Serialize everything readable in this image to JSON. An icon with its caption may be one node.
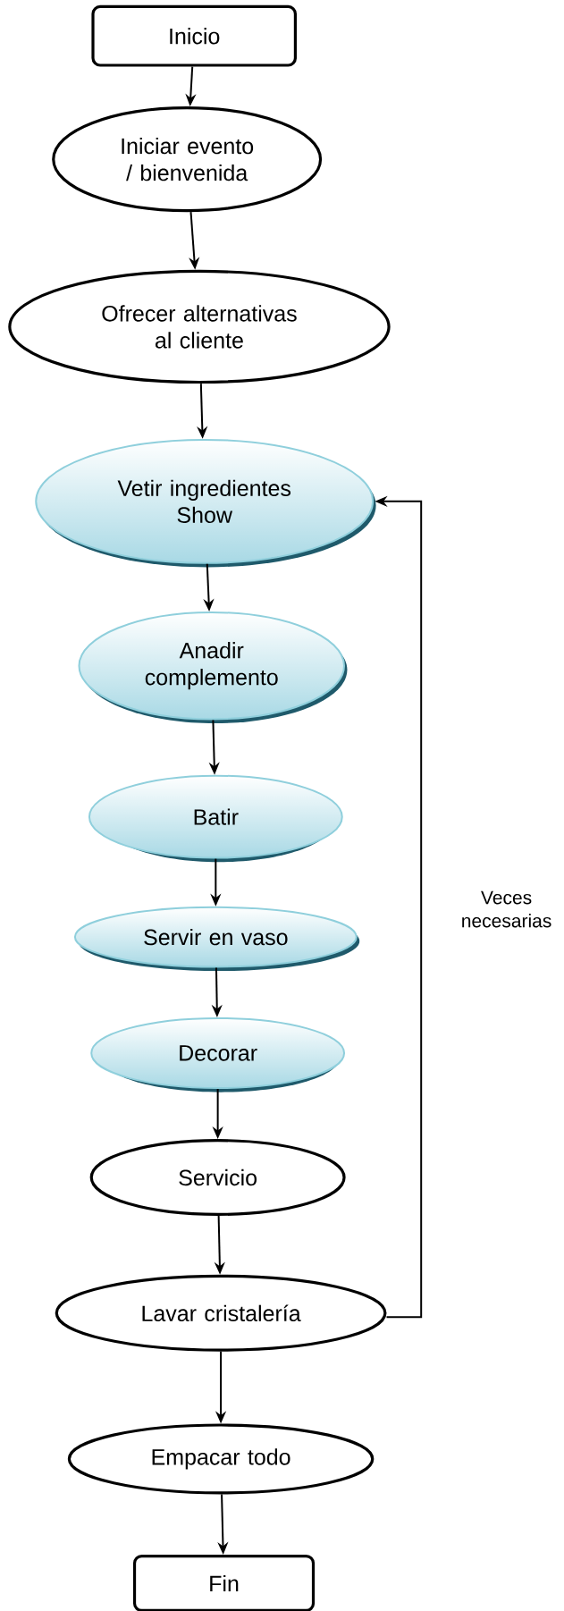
{
  "diagram": {
    "nodes": [
      {
        "text": [
          "Inicio"
        ]
      },
      {
        "text": [
          "Iniciar evento / bienvenida"
        ]
      },
      {
        "text": [
          "Ofrecer alternativas al cliente"
        ]
      },
      {
        "text": [
          "Vetir ingredientes Show"
        ]
      },
      {
        "text": [
          "Anadir complemento"
        ]
      },
      {
        "text": [
          "Batir"
        ]
      },
      {
        "text": [
          "Servir en vaso"
        ]
      },
      {
        "text": [
          "Decorar"
        ]
      },
      {
        "text": [
          "Servicio"
        ]
      },
      {
        "text": [
          "Lavar cristalería"
        ]
      },
      {
        "text": [
          "Empacar todo"
        ]
      },
      {
        "text": [
          "Fin"
        ]
      }
    ],
    "edges": [
      {
        "from": 0,
        "to": 1,
        "arrow": "to"
      },
      {
        "from": 1,
        "to": 2,
        "arrow": "to"
      },
      {
        "from": 2,
        "to": 3,
        "arrow": "to"
      },
      {
        "from": 3,
        "to": 4,
        "arrow": "to"
      },
      {
        "from": 4,
        "to": 5,
        "arrow": "to"
      },
      {
        "from": 5,
        "to": 6,
        "arrow": "to"
      },
      {
        "from": 6,
        "to": 7,
        "arrow": "to"
      },
      {
        "from": 7,
        "to": 8,
        "arrow": "to"
      },
      {
        "from": 8,
        "to": 9,
        "arrow": "to"
      },
      {
        "from": 9,
        "to": 10,
        "arrow": "to"
      },
      {
        "from": 10,
        "to": 11,
        "arrow": "to"
      },
      {
        "from": 9,
        "to": 3,
        "arrow": "to",
        "label": "Veces necesarias"
      }
    ]
  }
}
